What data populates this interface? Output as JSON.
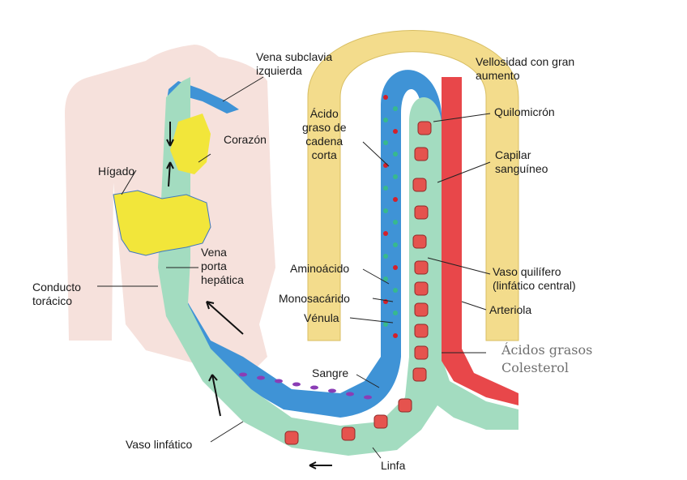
{
  "labels": {
    "vena_subclavia": "Vena subclavia\nizquierda",
    "corazon": "Corazón",
    "higado": "Hígado",
    "vena_porta": "Vena\nporta\nhepática",
    "conducto_toracico": "Conducto\ntorácico",
    "vaso_linfatico": "Vaso linfático",
    "linfa": "Linfa",
    "sangre": "Sangre",
    "venula": "Vénula",
    "monosacarido": "Monosacárido",
    "aminoacido": "Aminoácido",
    "acido_graso_cc": "Ácido\ngraso de\ncadena\ncorta",
    "vellosidad": "Vellosidad con gran\naumento",
    "quilomicron": "Quilomicrón",
    "capilar": "Capilar\nsanguíneo",
    "vaso_quilifero": "Vaso quilífero\n(linfático central)",
    "arteriola": "Arteriola",
    "acidos_grasos": "Ácidos grasos",
    "colesterol": "Colesterol"
  },
  "colors": {
    "body": "#f6e1dc",
    "venous": "#3f93d6",
    "lymph": "#a3dcc0",
    "arterial": "#e8474a",
    "villus": "#f3dc8c",
    "liver": "#f2e63a",
    "chylomicron": "#e5534e",
    "fatty_acid_dot": "#d4202a",
    "monosaccharide_dot": "#37b98d",
    "amino_acid": "#8a3db5"
  }
}
